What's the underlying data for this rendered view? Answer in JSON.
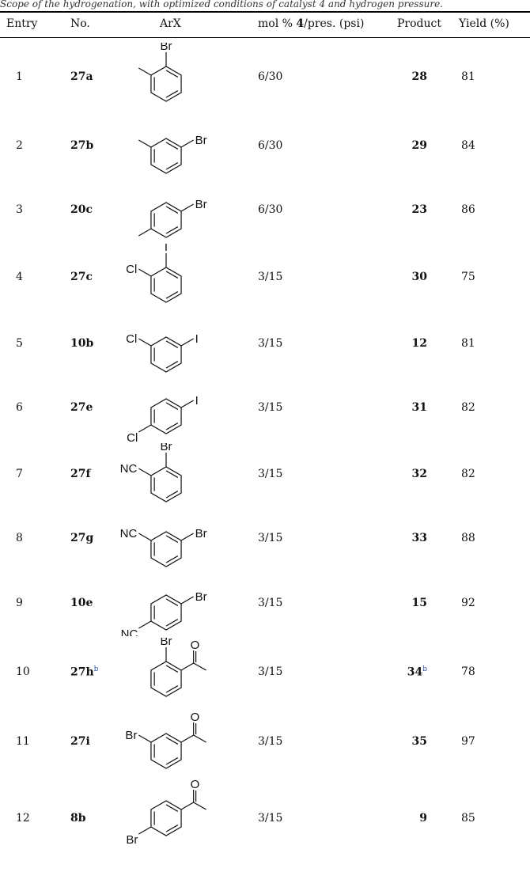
{
  "caption": "Scope of the hydrogenation, with optimized conditions of catalyst 4 and hydrogen pressure.",
  "headers": {
    "entry": "Entry",
    "no": "No.",
    "arx": "ArX",
    "mol_prefix": "mol % ",
    "mol_bold": "4",
    "mol_suffix": "/pres. (psi)",
    "product": "Product",
    "yield": "Yield (%)"
  },
  "rows": [
    {
      "entry": "1",
      "no": "27a",
      "no_sup": "",
      "cond": "6/30",
      "product": "28",
      "product_sup": "",
      "yield": "81",
      "mol": {
        "ortho": 1,
        "subs": [
          {
            "pos": "top",
            "label": "Br"
          },
          {
            "pos": "ul",
            "label": ""
          }
        ]
      }
    },
    {
      "entry": "2",
      "no": "27b",
      "no_sup": "",
      "cond": "6/30",
      "product": "29",
      "product_sup": "",
      "yield": "84",
      "mol": {
        "subs": [
          {
            "pos": "ul",
            "label": ""
          },
          {
            "pos": "ur",
            "label": "Br"
          }
        ]
      }
    },
    {
      "entry": "3",
      "no": "20c",
      "no_sup": "",
      "cond": "6/30",
      "product": "23",
      "product_sup": "",
      "yield": "86",
      "mol": {
        "subs": [
          {
            "pos": "ur",
            "label": "Br"
          },
          {
            "pos": "bl",
            "label": ""
          }
        ]
      }
    },
    {
      "entry": "4",
      "no": "27c",
      "no_sup": "",
      "cond": "3/15",
      "product": "30",
      "product_sup": "",
      "yield": "75",
      "mol": {
        "subs": [
          {
            "pos": "top",
            "label": "I"
          },
          {
            "pos": "ul",
            "label": "Cl"
          }
        ]
      }
    },
    {
      "entry": "5",
      "no": "10b",
      "no_sup": "",
      "cond": "3/15",
      "product": "12",
      "product_sup": "",
      "yield": "81",
      "mol": {
        "subs": [
          {
            "pos": "ul",
            "label": "Cl"
          },
          {
            "pos": "ur",
            "label": "I"
          }
        ]
      }
    },
    {
      "entry": "6",
      "no": "27e",
      "no_sup": "",
      "cond": "3/15",
      "product": "31",
      "product_sup": "",
      "yield": "82",
      "mol": {
        "subs": [
          {
            "pos": "ur",
            "label": "I"
          },
          {
            "pos": "bl",
            "label": "Cl"
          }
        ]
      }
    },
    {
      "entry": "7",
      "no": "27f",
      "no_sup": "",
      "cond": "3/15",
      "product": "32",
      "product_sup": "",
      "yield": "82",
      "mol": {
        "subs": [
          {
            "pos": "top",
            "label": "Br"
          },
          {
            "pos": "ul",
            "label": "NC"
          }
        ]
      }
    },
    {
      "entry": "8",
      "no": "27g",
      "no_sup": "",
      "cond": "3/15",
      "product": "33",
      "product_sup": "",
      "yield": "88",
      "mol": {
        "subs": [
          {
            "pos": "ul",
            "label": "NC"
          },
          {
            "pos": "ur",
            "label": "Br"
          }
        ]
      }
    },
    {
      "entry": "9",
      "no": "10e",
      "no_sup": "",
      "cond": "3/15",
      "product": "15",
      "product_sup": "",
      "yield": "92",
      "mol": {
        "subs": [
          {
            "pos": "ur",
            "label": "Br"
          },
          {
            "pos": "bl",
            "label": "NC"
          }
        ]
      }
    },
    {
      "entry": "10",
      "no": "27h",
      "no_sup": "b",
      "cond": "3/15",
      "product": "34",
      "product_sup": "b",
      "yield": "78",
      "mol": {
        "subs": [
          {
            "pos": "top",
            "label": "Br"
          },
          {
            "pos": "ur",
            "label": "acetyl"
          }
        ]
      }
    },
    {
      "entry": "11",
      "no": "27i",
      "no_sup": "",
      "cond": "3/15",
      "product": "35",
      "product_sup": "",
      "yield": "97",
      "mol": {
        "subs": [
          {
            "pos": "ul",
            "label": "Br"
          },
          {
            "pos": "ur",
            "label": "acetyl"
          }
        ]
      }
    },
    {
      "entry": "12",
      "no": "8b",
      "no_sup": "",
      "cond": "3/15",
      "product": "9",
      "product_sup": "",
      "yield": "85",
      "mol": {
        "subs": [
          {
            "pos": "ur",
            "label": "acetyl"
          },
          {
            "pos": "bl",
            "label": "Br"
          }
        ]
      }
    }
  ]
}
